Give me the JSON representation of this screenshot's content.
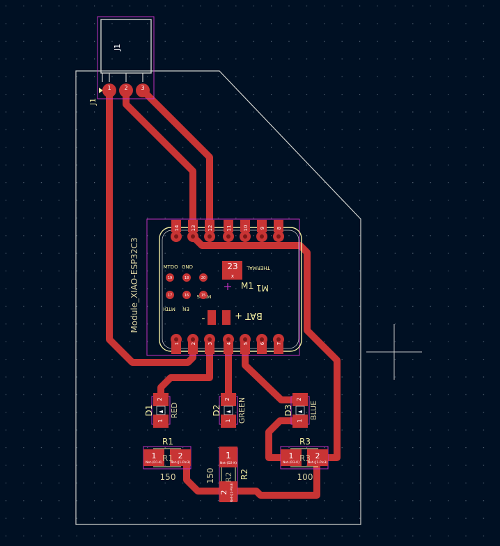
{
  "colors": {
    "background": "#001023",
    "copper_front": "#c83434",
    "board_edge": "#d0d2cd",
    "courtyard": "#c231c2",
    "silkscreen": "#f2eda1",
    "pad_hole": "#c2a060",
    "cursor": "#c0c0c0"
  },
  "connector": {
    "ref": "J1",
    "ref_side": "J1",
    "pins": [
      "1",
      "2",
      "3"
    ]
  },
  "module": {
    "name": "Module_XIAO-ESP32C3",
    "pad_main": "23",
    "pad_main_sub": "x",
    "ref_a": "M1",
    "ref_b": "M1",
    "thermal": "THERMAL",
    "mtdo": "MTDO",
    "gnd": "GND",
    "mtms": "MTMS",
    "mtdi": "MTDI",
    "en": "EN",
    "bat_label": "BAT +",
    "minus": "-",
    "top_pins": [
      "14",
      "13",
      "12",
      "11",
      "10",
      "9",
      "8"
    ],
    "bottom_pins": [
      "1",
      "2",
      "3",
      "4",
      "5",
      "6",
      "7"
    ],
    "jtag_pads": [
      "19",
      "18",
      "20",
      "17",
      "16",
      "15"
    ]
  },
  "leds": [
    {
      "ref": "D1",
      "value": "RED",
      "pin1": "1",
      "pin2": "2"
    },
    {
      "ref": "D2",
      "value": "GREEN",
      "pin1": "1",
      "pin2": "2"
    },
    {
      "ref": "D3",
      "value": "BLUE",
      "pin1": "1",
      "pin2": "2"
    }
  ],
  "resistors": [
    {
      "ref": "R1",
      "ref_fab": "R1",
      "value": "150",
      "pin1": "1",
      "pin2": "2",
      "net1": "Net-(D1-K)",
      "net2": "Net-(J1-Pin3)"
    },
    {
      "ref": "R2",
      "ref_fab": "R2",
      "value": "150",
      "pin1": "1",
      "pin2": "2",
      "net1": "Net-(D2-K)",
      "net2": "Net-(J1-Pin3)"
    },
    {
      "ref": "R3",
      "ref_fab": "R3",
      "value": "100",
      "pin1": "1",
      "pin2": "2",
      "net1": "Net-(D3-K)",
      "net2": "Net-(J1-Pin3)"
    }
  ]
}
